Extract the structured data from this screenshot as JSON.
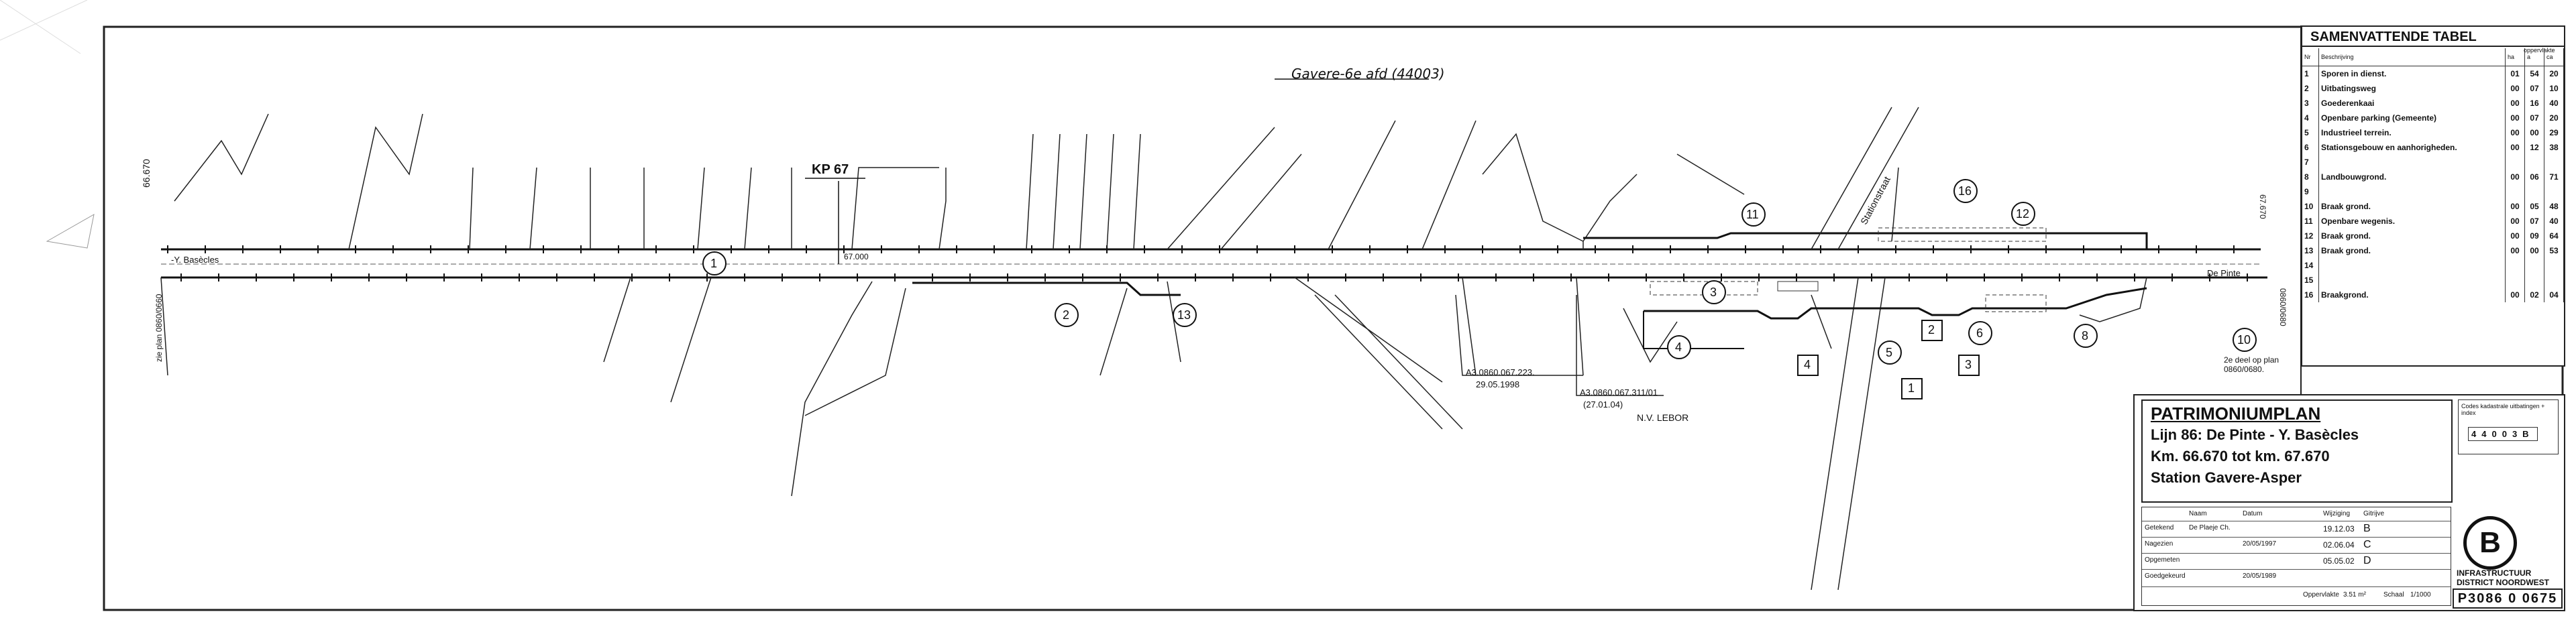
{
  "plan": {
    "section_label": "Gavere-6e afd (44003)",
    "kp_label": "KP 67",
    "km_label": "67.000",
    "left_km": "66.670",
    "left_plan_ref": "zie plan 0860/0660",
    "right_km": "67.670",
    "right_plan_ref": "0860/0680",
    "line_left_label": "-Y. Basècles",
    "line_right_label": "De Pinte",
    "station_street": "Stationstraat",
    "nv_label": "N.V. LEBOR",
    "right_note": "2e deel op plan 0860/0680.",
    "ref1": "A3.0860.067.223.",
    "ref1_date": "29.05.1998",
    "ref2": "A3.0860.067.311/01",
    "ref2_date": "(27.01.04)",
    "zone_numbers": [
      "1",
      "2",
      "3",
      "4",
      "5",
      "6",
      "8",
      "10",
      "11",
      "12",
      "13",
      "16"
    ],
    "boxed_numbers": [
      "1",
      "2",
      "3",
      "4"
    ]
  },
  "summary": {
    "title": "SAMENVATTENDE TABEL",
    "col_nr": "Nr",
    "col_desc": "Beschrijving",
    "col_area": "oppervlakte",
    "col_ha": "ha",
    "col_a": "a",
    "col_ca": "ca",
    "rows": [
      {
        "nr": "1",
        "desc": "Sporen in dienst.",
        "ha": "01",
        "a": "54",
        "ca": "20"
      },
      {
        "nr": "2",
        "desc": "Uitbatingsweg",
        "ha": "00",
        "a": "07",
        "ca": "10"
      },
      {
        "nr": "3",
        "desc": "Goederenkaai",
        "ha": "00",
        "a": "16",
        "ca": "40"
      },
      {
        "nr": "4",
        "desc": "Openbare parking (Gemeente)",
        "ha": "00",
        "a": "07",
        "ca": "20"
      },
      {
        "nr": "5",
        "desc": "Industrieel terrein.",
        "ha": "00",
        "a": "00",
        "ca": "29"
      },
      {
        "nr": "6",
        "desc": "Stationsgebouw en aanhorigheden.",
        "ha": "00",
        "a": "12",
        "ca": "38"
      },
      {
        "nr": "7",
        "desc": "",
        "ha": "",
        "a": "",
        "ca": ""
      },
      {
        "nr": "8",
        "desc": "Landbouwgrond.",
        "ha": "00",
        "a": "06",
        "ca": "71"
      },
      {
        "nr": "9",
        "desc": "",
        "ha": "",
        "a": "",
        "ca": ""
      },
      {
        "nr": "10",
        "desc": "Braak grond.",
        "ha": "00",
        "a": "05",
        "ca": "48"
      },
      {
        "nr": "11",
        "desc": "Openbare wegenis.",
        "ha": "00",
        "a": "07",
        "ca": "40"
      },
      {
        "nr": "12",
        "desc": "Braak grond.",
        "ha": "00",
        "a": "09",
        "ca": "64"
      },
      {
        "nr": "13",
        "desc": "Braak grond.",
        "ha": "00",
        "a": "00",
        "ca": "53"
      },
      {
        "nr": "14",
        "desc": "",
        "ha": "",
        "a": "",
        "ca": ""
      },
      {
        "nr": "15",
        "desc": "",
        "ha": "",
        "a": "",
        "ca": ""
      },
      {
        "nr": "16",
        "desc": "Braakgrond.",
        "ha": "00",
        "a": "02",
        "ca": "04"
      }
    ]
  },
  "titleblock": {
    "heading": "PATRIMONIUMPLAN",
    "line1": "Lijn 86: De Pinte - Y. Basècles",
    "line2": "Km. 66.670 tot km. 67.670",
    "line3": "Station Gavere-Asper",
    "codes_label": "Codes kadastrale uitbatingen + index",
    "codes": [
      "4",
      "4",
      "0",
      "0",
      "3",
      "B"
    ],
    "sig_headers": [
      "Naam",
      "Datum",
      "Wijziging",
      "Gitrijve"
    ],
    "sig_rows": [
      {
        "role": "Getekend",
        "name": "De Plaeje Ch.",
        "date": ""
      },
      {
        "role": "Nagezien",
        "name": "",
        "date": "20/05/1997"
      },
      {
        "role": "Opgemeten",
        "name": "",
        "date": ""
      },
      {
        "role": "Goedgekeurd",
        "name": "",
        "date": "20/05/1989"
      }
    ],
    "changes": [
      "19.12.03",
      "02.06.04",
      "05.05.02"
    ],
    "change_letters": [
      "B",
      "C",
      "D"
    ],
    "area_label": "Oppervlakte",
    "area_value": "3.51 m²",
    "scale_label": "Schaal",
    "scale_value": "1/1000",
    "logo_letter": "B",
    "org_line1": "INFRASTRUCTUUR",
    "org_line2": "DISTRICT NOORDWEST",
    "plan_number": "P3086 0 0675"
  }
}
